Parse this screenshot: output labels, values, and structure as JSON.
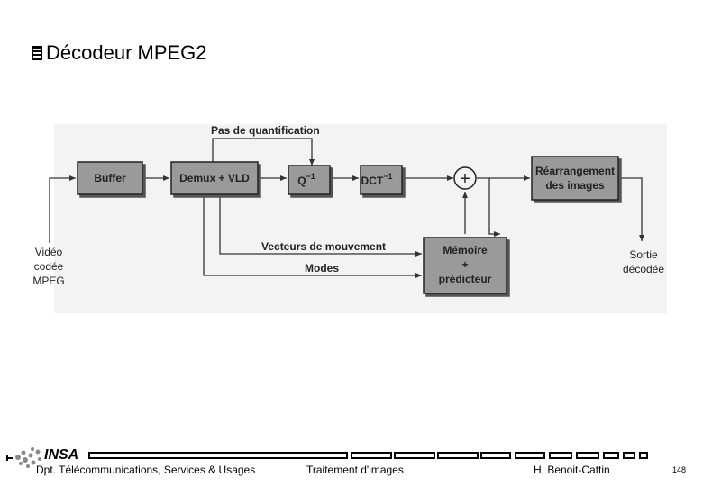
{
  "slide": {
    "title": "Décodeur MPEG2"
  },
  "diagram": {
    "blocks": {
      "buffer": "Buffer",
      "demux": "Demux + VLD",
      "iq": "Q",
      "iq_exp": "−1",
      "idct": "DCT",
      "idct_exp": "−1",
      "memory_line1": "Mémoire",
      "memory_line2": "+",
      "memory_line3": "prédicteur",
      "rearrange_line1": "Réarrangement",
      "rearrange_line2": "des images",
      "adder": "+"
    },
    "input": {
      "line1": "Vidéo",
      "line2": "codée",
      "line3": "MPEG"
    },
    "output": {
      "line1": "Sortie",
      "line2": "décodée"
    },
    "signals": {
      "quant_step": "Pas de quantification",
      "motion_vectors": "Vecteurs de mouvement",
      "modes": "Modes"
    }
  },
  "footer": {
    "logo_text": "INSA",
    "department": "Dpt. Télécommunications, Services & Usages",
    "course": "Traitement d'images",
    "author": "H. Benoit-Cattin",
    "page": "148"
  }
}
